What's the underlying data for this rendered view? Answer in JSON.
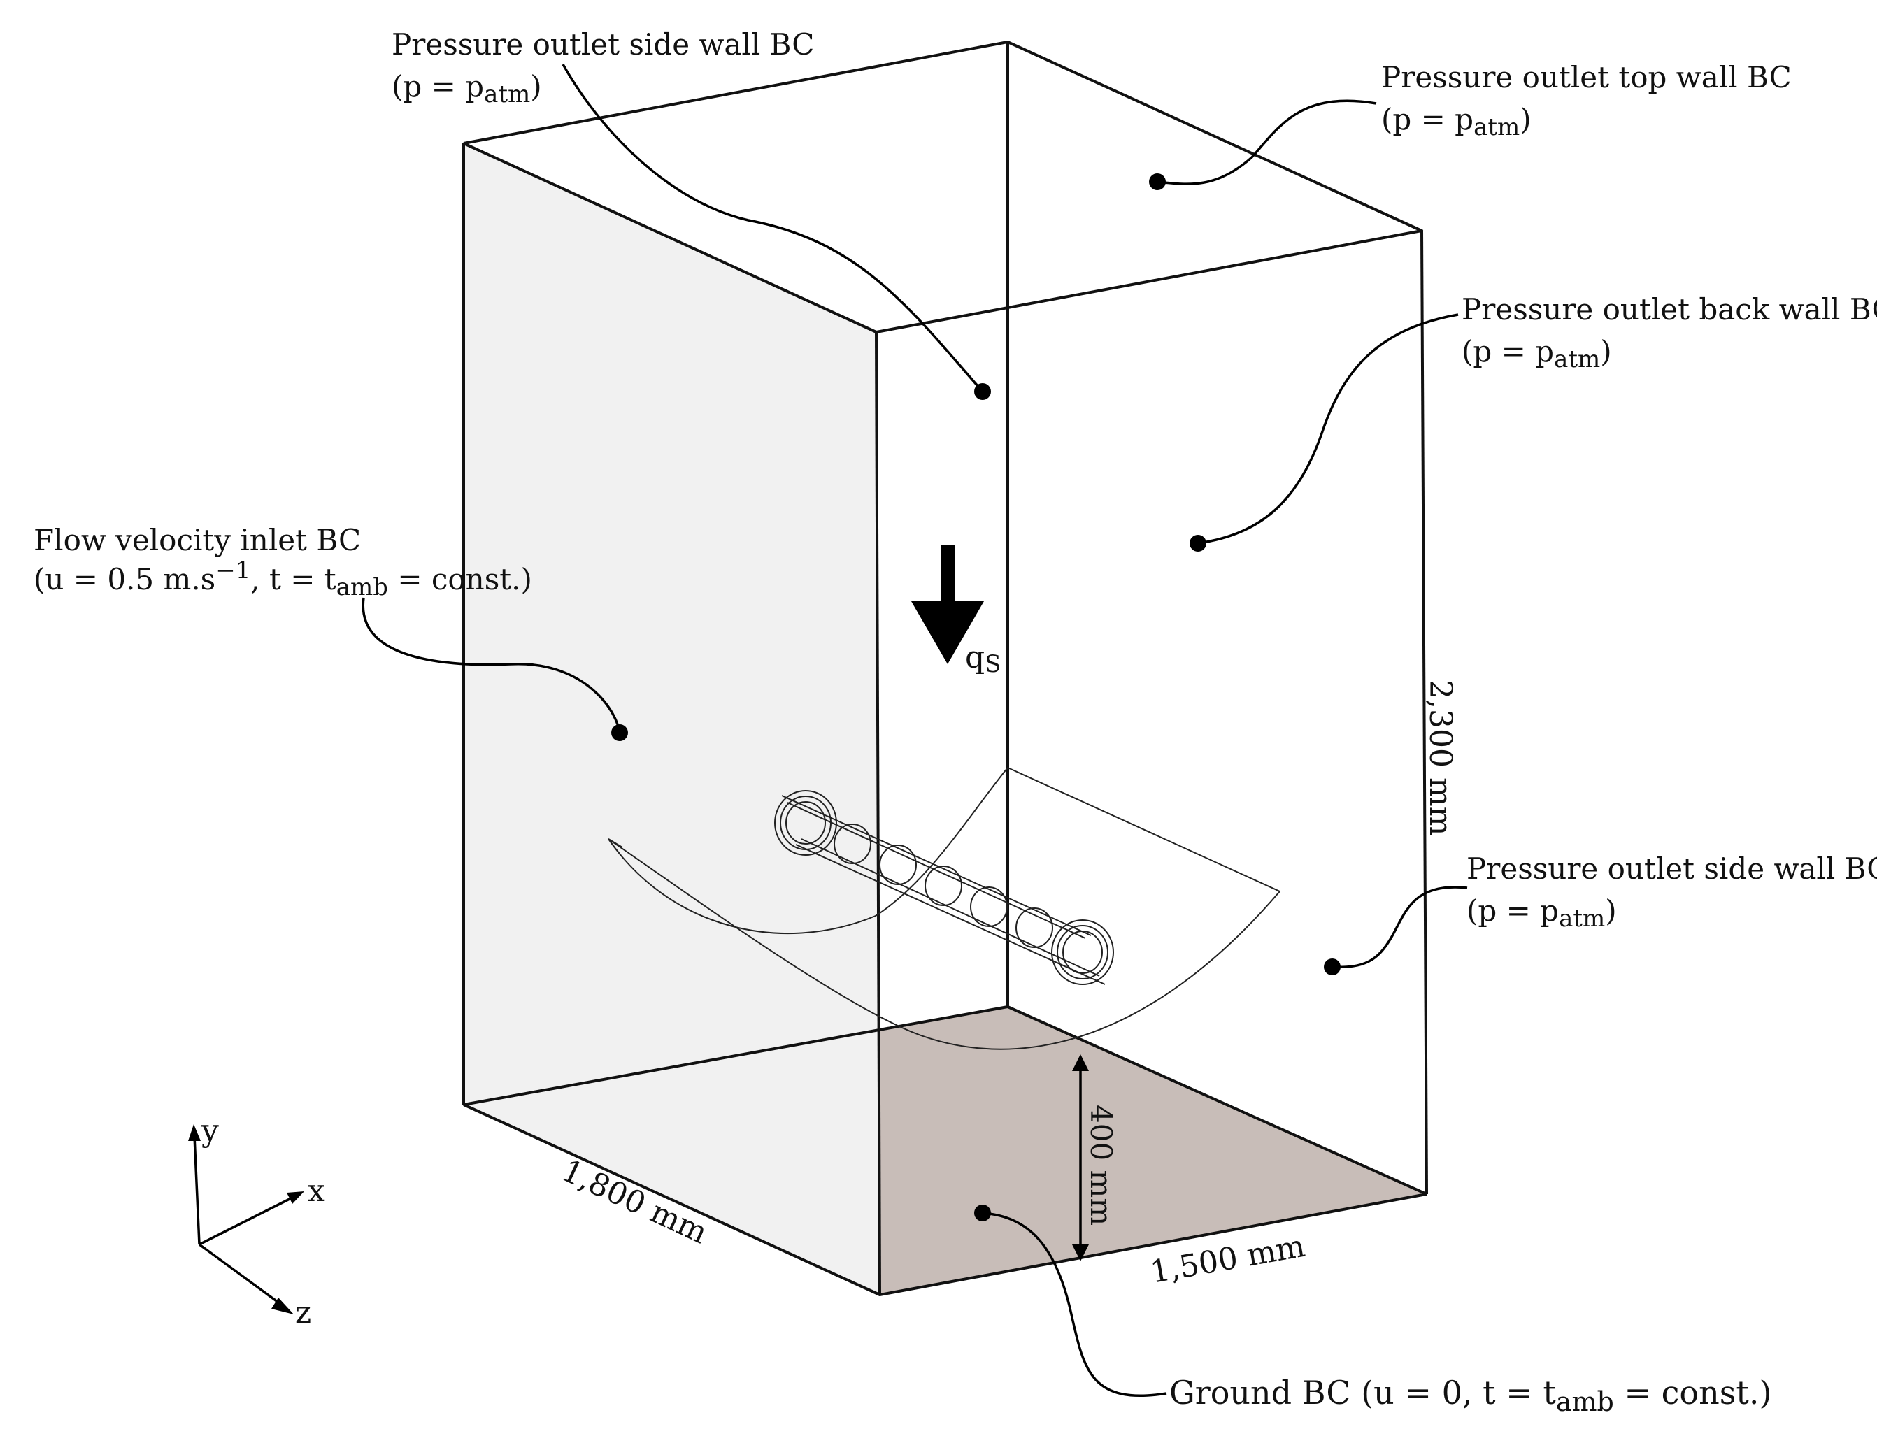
{
  "labels": {
    "side_wall_top": {
      "line1": "Pressure outlet side wall BC",
      "line2_pre": "(p = p",
      "line2_sub": "atm",
      "line2_post": ")"
    },
    "top_wall": {
      "line1": "Pressure outlet top wall BC",
      "line2_pre": "(p = p",
      "line2_sub": "atm",
      "line2_post": ")"
    },
    "back_wall": {
      "line1": "Pressure outlet back wall BC",
      "line2_pre": "(p = p",
      "line2_sub": "atm",
      "line2_post": ")"
    },
    "side_wall_right": {
      "line1": "Pressure outlet side wall BC",
      "line2_pre": "(p = p",
      "line2_sub": "atm",
      "line2_post": ")"
    },
    "inlet": {
      "line1": "Flow velocity inlet BC",
      "line2_a": "(u = 0.5 m.s",
      "line2_sup": "−1",
      "line2_b": ", t = t",
      "line2_sub": "amb",
      "line2_c": " = const.)"
    },
    "ground": {
      "pre": "Ground BC (u = 0, t = t",
      "sub": "amb",
      "post": " = const.)"
    },
    "flux": {
      "main": "q",
      "sub": "S"
    }
  },
  "dimensions": {
    "height": "2,300 mm",
    "depth": "1,800 mm",
    "width": "1,500 mm",
    "clearance": "400 mm"
  },
  "axes": {
    "y": "y",
    "x": "x",
    "z": "z"
  },
  "colors": {
    "ground_fill": "#c8bdb8",
    "left_wall_fill": "#f1f1f1",
    "ink": "#111111"
  }
}
